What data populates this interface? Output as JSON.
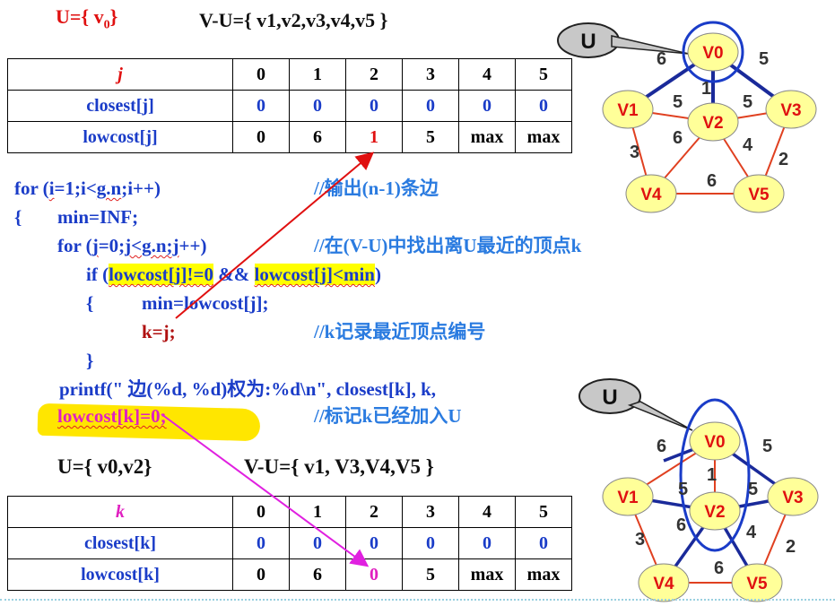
{
  "top": {
    "u_set": "U={ v",
    "u_sub": "0",
    "u_close": "}",
    "vu_set": "V-U={ v1,v2,v3,v4,v5 }"
  },
  "table1": {
    "header": [
      "j",
      "0",
      "1",
      "2",
      "3",
      "4",
      "5"
    ],
    "rows": [
      {
        "label": "closest[j]",
        "cells": [
          "0",
          "0",
          "0",
          "0",
          "0",
          "0"
        ]
      },
      {
        "label": "lowcost[j]",
        "cells": [
          "0",
          "6",
          "1",
          "5",
          "max",
          "max"
        ]
      }
    ]
  },
  "code": {
    "line1": "for (i=1;i<g.n;i++)",
    "c1": "//输出(n-1)条边",
    "line2_a": "{",
    "line2_b": "min=INF;",
    "line3": "for (j=0;j<g.n;j++)",
    "c3": "//在(V-U)中找出离U最近的顶点k",
    "line4_if": "if (",
    "line4_hl1": "lowcost[j]!=0",
    "line4_and": " && ",
    "line4_hl2": "lowcost[j]<min",
    "line4_close": ")",
    "line5_a": "{",
    "line5_b": "min=lowcost[j];",
    "line6": "k=j;",
    "c6": "//k记录最近顶点编号",
    "line7": "}",
    "line8": "printf(\" 边(%d, %d)权为:%d\\n\", closest[k], k,",
    "line9": "lowcost[k]=0;",
    "c9": "//标记k已经加入U"
  },
  "mid": {
    "u_set": "U={ v0,v2}",
    "vu_set": "V-U={ v1, V3,V4,V5 }"
  },
  "table2": {
    "header": [
      "k",
      "0",
      "1",
      "2",
      "3",
      "4",
      "5"
    ],
    "rows": [
      {
        "label": "closest[k]",
        "cells": [
          "0",
          "0",
          "0",
          "0",
          "0",
          "0"
        ]
      },
      {
        "label": "lowcost[k]",
        "cells": [
          "0",
          "6",
          "0",
          "5",
          "max",
          "max"
        ]
      }
    ]
  },
  "graph": {
    "callout": "U",
    "nodes": [
      "V0",
      "V1",
      "V2",
      "V3",
      "V4",
      "V5"
    ],
    "edge_labels": [
      "6",
      "5",
      "1",
      "5",
      "5",
      "6",
      "4",
      "3",
      "2",
      "6"
    ]
  },
  "colors": {
    "node_fill": "#ffff99",
    "edge_red": "#e04020",
    "edge_blue": "#1a2a9a",
    "arrow_red": "#e01010",
    "arrow_pink": "#e020e0"
  }
}
